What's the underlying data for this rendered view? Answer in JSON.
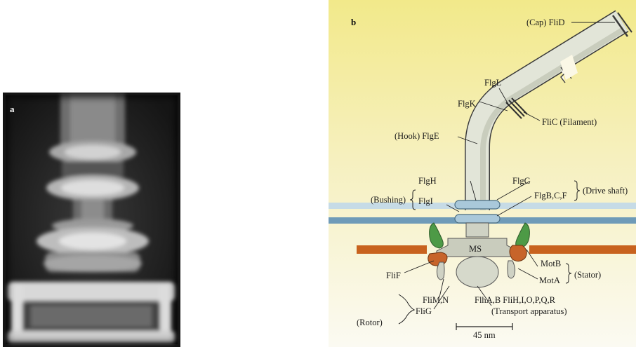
{
  "panel_a": {
    "letter": "a"
  },
  "panel_b": {
    "letter": "b",
    "labels": {
      "cap": "(Cap) FliD",
      "flgl": "FlgL",
      "flgk": "FlgK",
      "filament": "FliC (Filament)",
      "hook": "(Hook) FlgE",
      "flgh": "FlgH",
      "flgg": "FlgG",
      "bushing": "(Bushing)",
      "drive_shaft": "(Drive shaft)",
      "flgi": "FlgI",
      "flgbcf": "FlgB,C,F",
      "ms": "MS",
      "motb": "MotB",
      "fliF": "FliF",
      "mota": "MotA",
      "stator": "(Stator)",
      "flim": "FliM,N",
      "flha": "FlhA,B FliH,I,O,P,Q,R",
      "transport": "(Transport apparatus)",
      "flig": "FliG",
      "rotor": "(Rotor)",
      "scale": "45 nm"
    }
  },
  "colors": {
    "bg_top": "#f3ec9a",
    "bg_bottom": "#fbf9f0",
    "membrane_blue": "#6f9bb8",
    "membrane_orange": "#c8621e",
    "motor_grey": "#cfd2c4",
    "stator_green": "#4d9a46",
    "rotor_orange": "#c7642a"
  }
}
